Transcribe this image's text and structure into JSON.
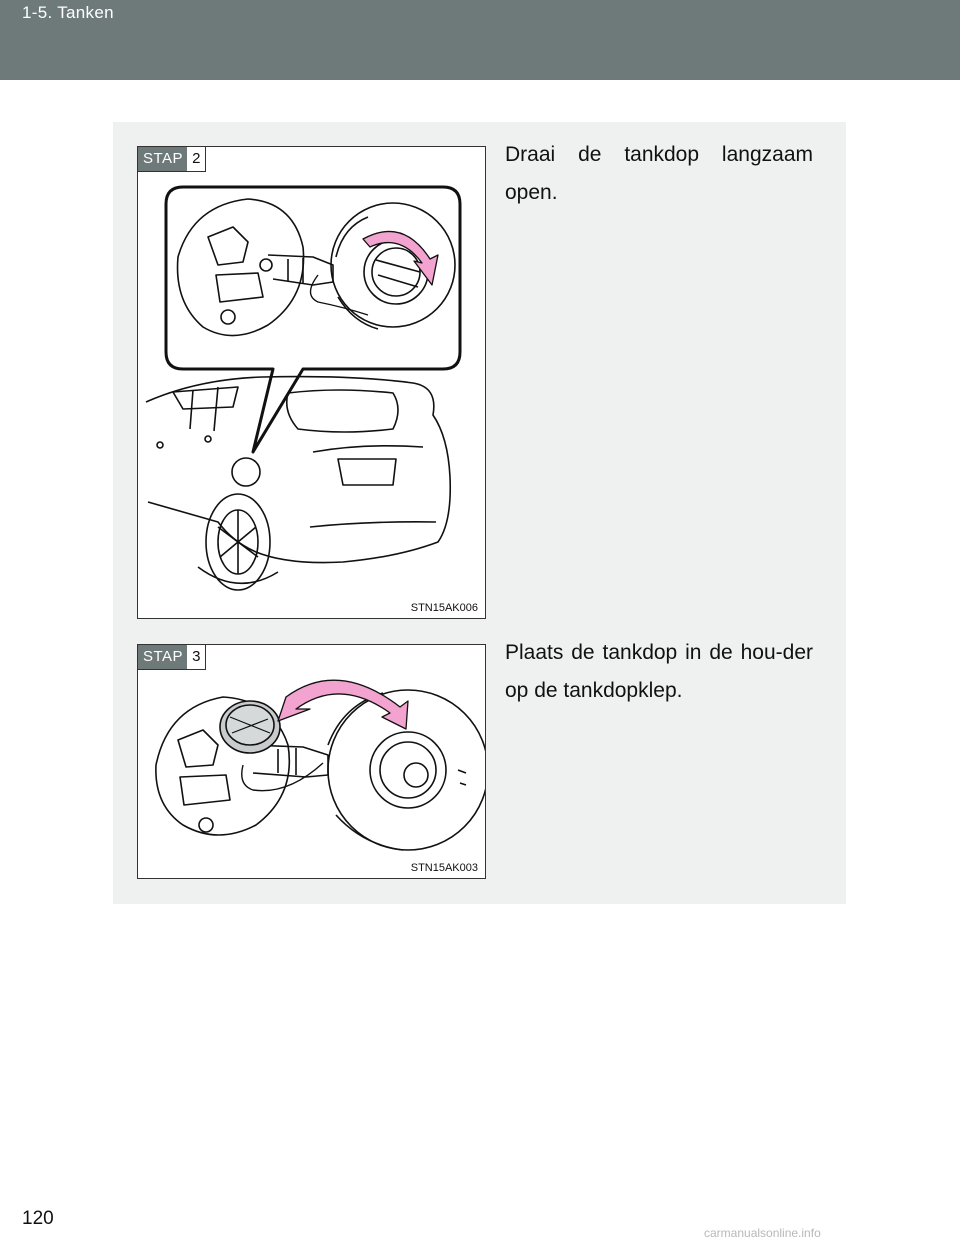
{
  "header": {
    "section": "1-5. Tanken"
  },
  "steps": [
    {
      "label": "STAP",
      "number": "2",
      "text": "Draai de tankdop langzaam open.",
      "figure_code": "STN15AK006"
    },
    {
      "label": "STAP",
      "number": "3",
      "text": "Plaats de tankdop in de hou-der op de tankdopklep.",
      "figure_code": "STN15AK003"
    }
  ],
  "page_number": "120",
  "watermark": "carmanualsonline.info",
  "colors": {
    "header": "#6e7a7a",
    "panel": "#eff0f0",
    "arrow": "#f2a3cf"
  }
}
